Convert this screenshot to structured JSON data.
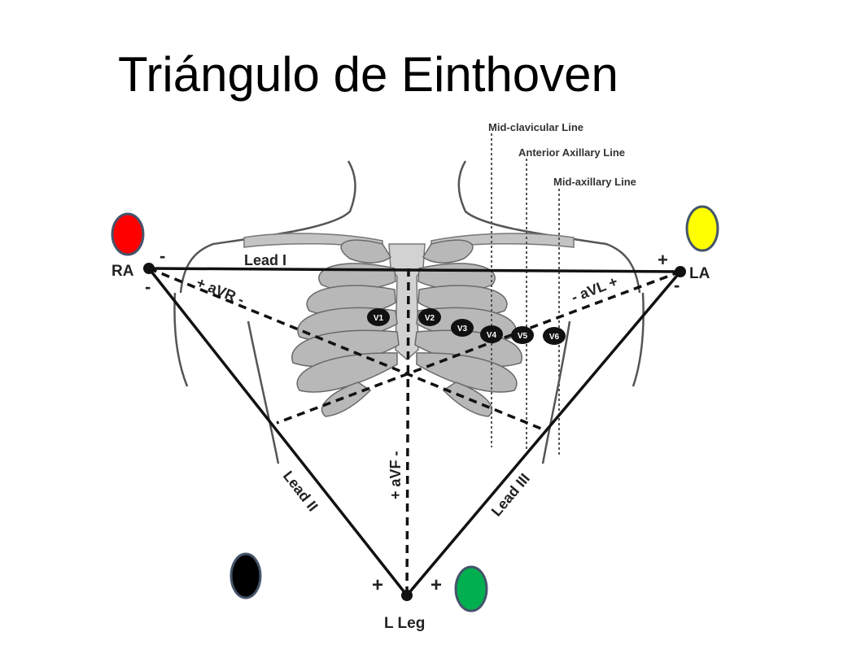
{
  "title": "Triángulo de Einthoven",
  "reference_lines": {
    "mid_clavicular": "Mid-clavicular Line",
    "anterior_axillary": "Anterior Axillary Line",
    "mid_axillary": "Mid-axillary Line"
  },
  "nodes": {
    "right_arm": "RA",
    "left_arm": "LA",
    "left_leg": "L Leg"
  },
  "leads": {
    "lead_1": "Lead I",
    "lead_2": "Lead II",
    "lead_3": "Lead III",
    "avr": "+ aVR -",
    "avl": "- aVL +",
    "avf": "+ aVF -"
  },
  "polarity": {
    "plus": "+",
    "minus": "-"
  },
  "precordial": [
    "V1",
    "V2",
    "V3",
    "V4",
    "V5",
    "V6"
  ],
  "electrode_colors": {
    "right_arm": "#ff0000",
    "left_arm": "#ffff00",
    "right_leg": "#000000",
    "left_leg": "#00b050",
    "outline": "#44546a"
  }
}
